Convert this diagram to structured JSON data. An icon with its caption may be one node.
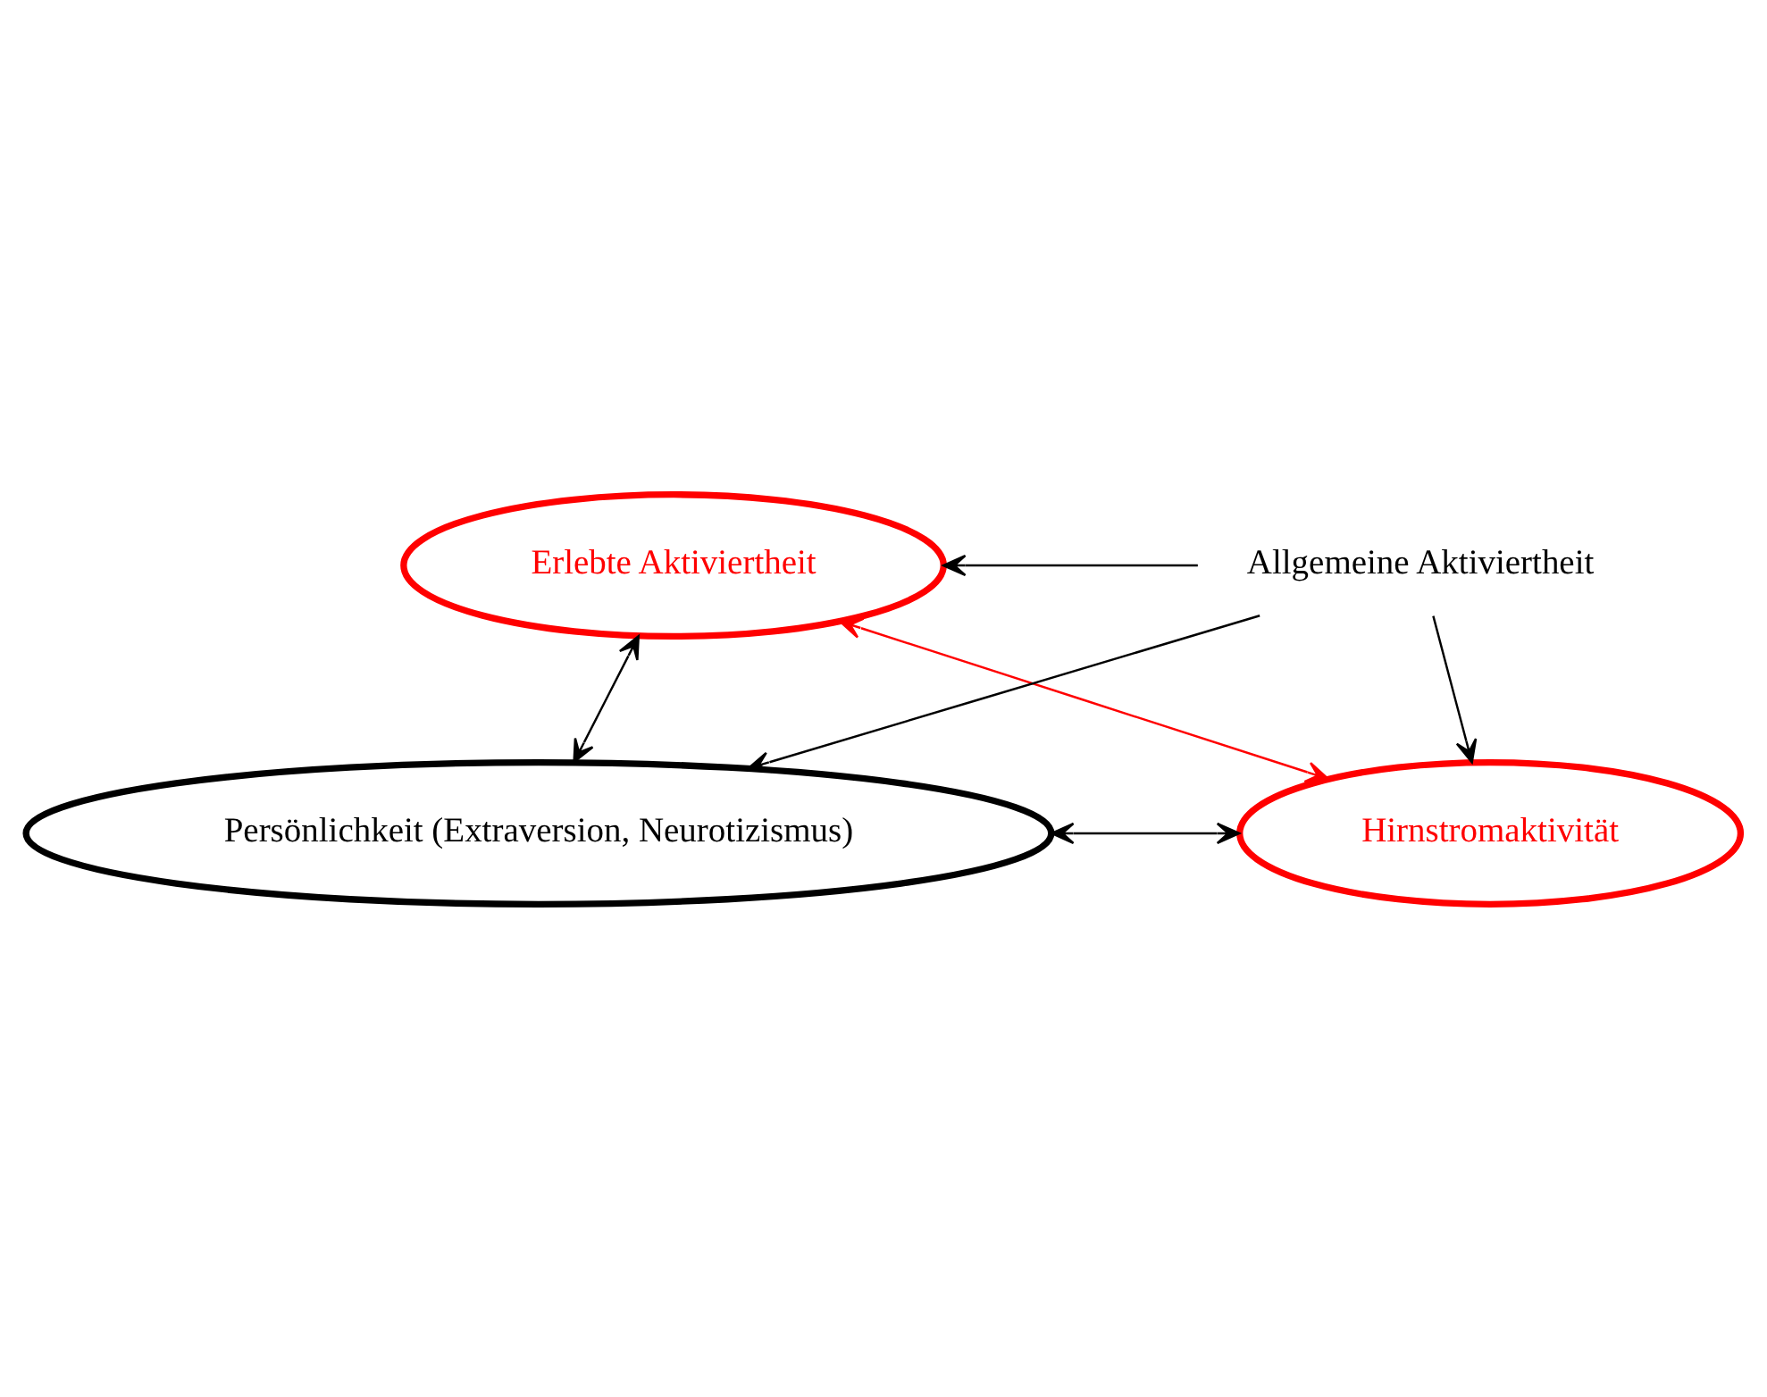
{
  "diagram": {
    "nodes": [
      {
        "text": [
          "Erlebte Aktiviertheit"
        ]
      },
      {
        "text": [
          "Allgemeine Aktiviertheit"
        ]
      },
      {
        "text": [
          "Persönlichkeit (Extraversion, Neurotizismus)"
        ]
      },
      {
        "text": [
          "Hirnstromaktivität"
        ]
      }
    ],
    "edges": [
      {
        "from": 1,
        "to": 0,
        "arrow": "to"
      },
      {
        "from": 0,
        "to": 2,
        "arrow": "both"
      },
      {
        "from": 0,
        "to": 3,
        "arrow": "both",
        "color": "#ff0000"
      },
      {
        "from": 1,
        "to": 2,
        "arrow": "to"
      },
      {
        "from": 1,
        "to": 3,
        "arrow": "to"
      },
      {
        "from": 2,
        "to": 3,
        "arrow": "both"
      }
    ]
  }
}
